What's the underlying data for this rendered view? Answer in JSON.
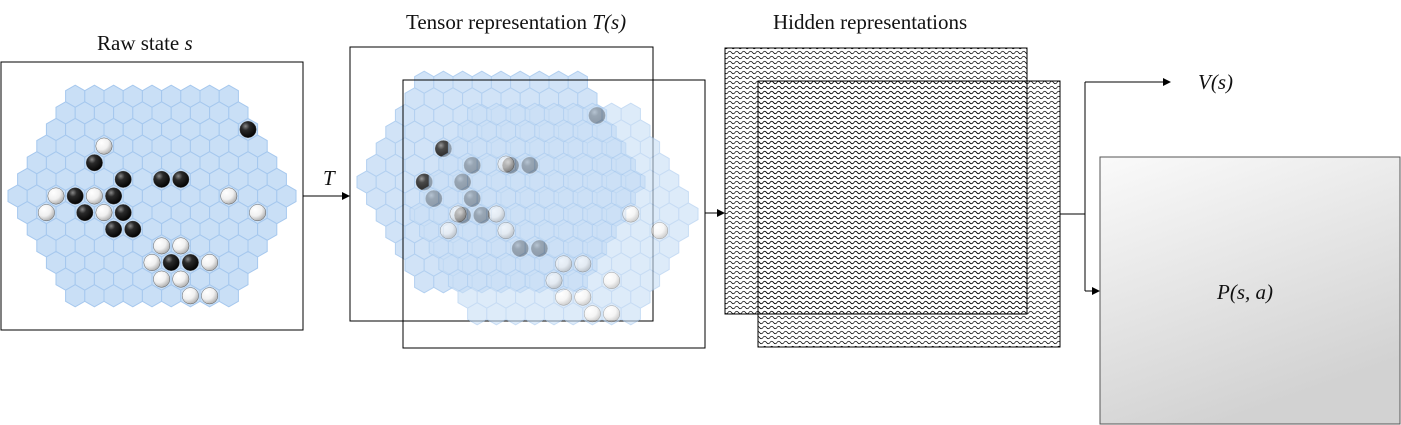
{
  "labels": {
    "raw_state_prefix": "Raw state ",
    "raw_state_var": "s",
    "tensor_prefix": "Tensor representation ",
    "tensor_var": "T(s)",
    "hidden": "Hidden representations",
    "transform": "T",
    "value": "V(s)",
    "policy": "P(s, a)"
  },
  "board": {
    "grid_rows": [
      9,
      10,
      11,
      12,
      13,
      14,
      15,
      14,
      13,
      12,
      11,
      10,
      9
    ],
    "black_stones": [
      [
        2,
        10
      ],
      [
        4,
        3
      ],
      [
        5,
        5
      ],
      [
        5,
        7
      ],
      [
        5,
        8
      ],
      [
        6,
        3
      ],
      [
        6,
        5
      ],
      [
        7,
        3
      ],
      [
        7,
        5
      ],
      [
        8,
        5
      ],
      [
        8,
        4
      ],
      [
        10,
        6
      ],
      [
        10,
        7
      ]
    ],
    "white_stones": [
      [
        3,
        3
      ],
      [
        6,
        2
      ],
      [
        6,
        4
      ],
      [
        6,
        11
      ],
      [
        7,
        1
      ],
      [
        7,
        4
      ],
      [
        7,
        12
      ],
      [
        9,
        6
      ],
      [
        9,
        7
      ],
      [
        10,
        5
      ],
      [
        10,
        8
      ],
      [
        11,
        5
      ],
      [
        11,
        6
      ],
      [
        12,
        6
      ],
      [
        12,
        7
      ]
    ]
  },
  "colors": {
    "hex_fill": "#c9dff6",
    "hex_stroke": "#a6c8ee",
    "black_stone": "#1f1f1f",
    "white_stone": "#f4f4f4",
    "policy_box_top": "#fafafa",
    "policy_box_bottom": "#d4d4d4"
  }
}
